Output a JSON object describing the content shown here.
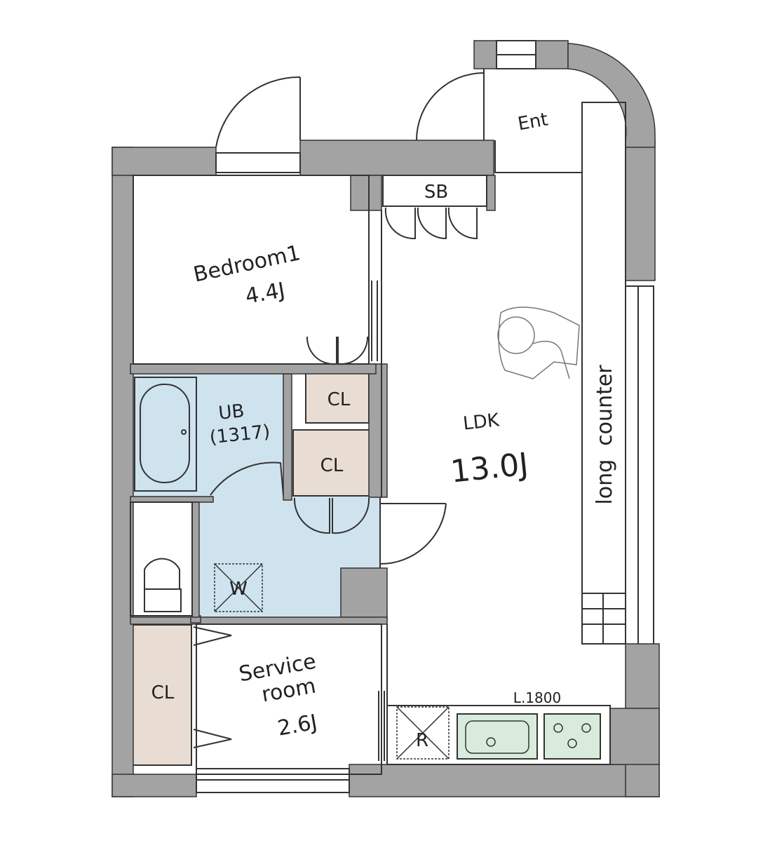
{
  "colors": {
    "wall": "#a3a3a3",
    "bath_floor": "#cfe3ef",
    "closet_floor": "#e9ddd3",
    "sink": "#d9ecdc",
    "line": "#333333",
    "background": "#ffffff"
  },
  "rooms": {
    "entrance": "Ent",
    "shoe_box": "SB",
    "bedroom_name": "Bedroom1",
    "bedroom_size": "4.4J",
    "closet_1": "CL",
    "closet_2": "CL",
    "closet_3": "CL",
    "bath_name": "UB",
    "bath_size": "(1317)",
    "ldk_name": "LDK",
    "ldk_size": "13.0J",
    "counter": "long  counter",
    "washer": "W",
    "service_name_1": "Service",
    "service_name_2": "room",
    "service_size": "2.6J",
    "fridge": "R",
    "kitchen_length": "L.1800"
  },
  "icons": [
    "door-swing-icon",
    "toilet-icon",
    "bathtub-icon",
    "sink-icon",
    "stove-icon",
    "washer-icon",
    "fridge-icon",
    "person-figure-icon"
  ]
}
